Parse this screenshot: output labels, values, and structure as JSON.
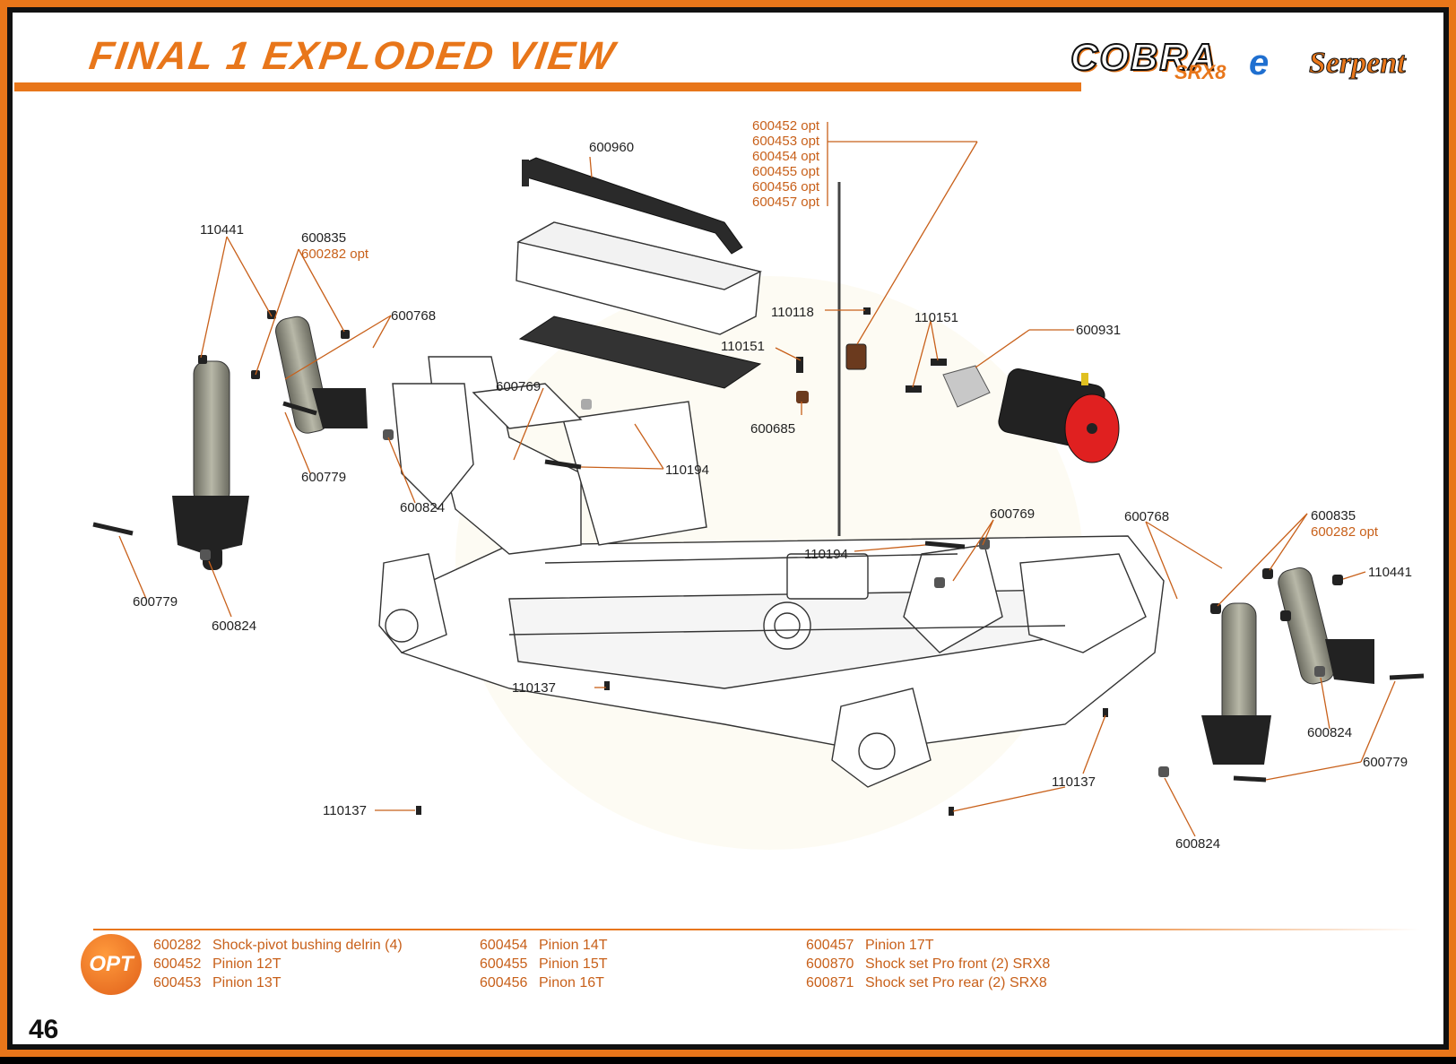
{
  "header": {
    "title": "FINAL 1 EXPLODED VIEW",
    "logo_cobra": "COBRA",
    "logo_srx": "SRX8",
    "logo_e": "e",
    "logo_serpent": "Serpent"
  },
  "labels": {
    "l600960": "600960",
    "l600452": "600452 opt",
    "l600453": "600453 opt",
    "l600454": "600454 opt",
    "l600455": "600455 opt",
    "l600456": "600456 opt",
    "l600457": "600457 opt",
    "l110441a": "110441",
    "l600835a": "600835",
    "l600282a": "600282 opt",
    "l600768a": "600768",
    "l110118": "110118",
    "l110151a": "110151",
    "l110151b": "110151",
    "l600931": "600931",
    "l600769a": "600769",
    "l600685": "600685",
    "l110194a": "110194",
    "l600779a": "600779",
    "l600824a": "600824",
    "l600779b": "600779",
    "l600824b": "600824",
    "l600769b": "600769",
    "l110194b": "110194",
    "l600768b": "600768",
    "l600835b": "600835",
    "l600282b": "600282 opt",
    "l110441b": "110441",
    "l110137a": "110137",
    "l110137b": "110137",
    "l110137c": "110137",
    "l600824c": "600824",
    "l600779c": "600779",
    "l600824d": "600824"
  },
  "options": {
    "badge": "OPT",
    "columns": [
      [
        {
          "code": "600282",
          "desc": "Shock-pivot bushing delrin (4)"
        },
        {
          "code": "600452",
          "desc": "Pinion 12T"
        },
        {
          "code": "600453",
          "desc": "Pinion 13T"
        }
      ],
      [
        {
          "code": "600454",
          "desc": "Pinion 14T"
        },
        {
          "code": "600455",
          "desc": "Pinion 15T"
        },
        {
          "code": "600456",
          "desc": "Pinon 16T"
        }
      ],
      [
        {
          "code": "600457",
          "desc": "Pinion 17T"
        },
        {
          "code": "600870",
          "desc": "Shock set Pro front (2) SRX8"
        },
        {
          "code": "600871",
          "desc": "Shock set Pro rear (2) SRX8"
        }
      ]
    ]
  },
  "page_number": "46",
  "colors": {
    "accent": "#e8761a",
    "leader": "#c8601a",
    "motor_red": "#e02020"
  }
}
